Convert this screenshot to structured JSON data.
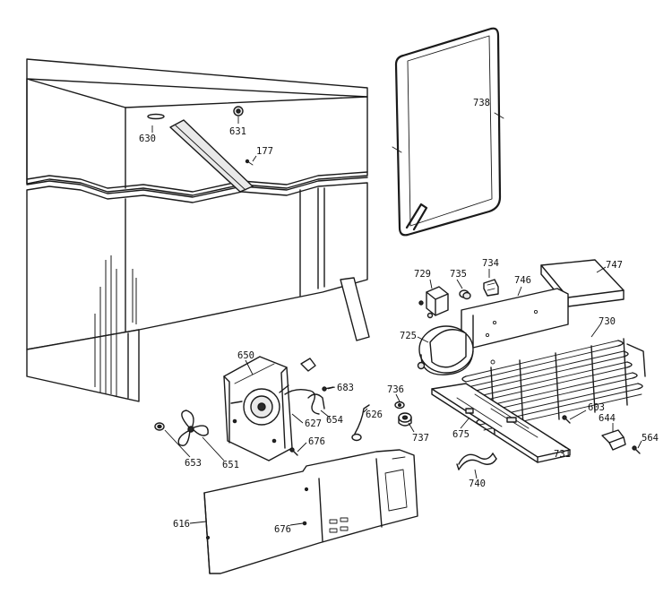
{
  "colors": {
    "line": "#1a1a1a",
    "background": "#ffffff"
  },
  "labels": {
    "p630": "630",
    "p631": "631",
    "p177": "177",
    "p738": "738",
    "p729": "729",
    "p735": "735",
    "p734": "734",
    "p746": "746",
    "p747": "747",
    "p725": "725",
    "p730": "730",
    "p650": "650",
    "p683": "683",
    "p736": "736",
    "p626": "626",
    "p627": "627",
    "p654": "654",
    "p676a": "676",
    "p737": "737",
    "p675": "675",
    "p603": "603",
    "p644": "644",
    "p564": "564",
    "p653": "653",
    "p651": "651",
    "p731": "731",
    "p740": "740",
    "p616": "616",
    "p676b": "676"
  }
}
